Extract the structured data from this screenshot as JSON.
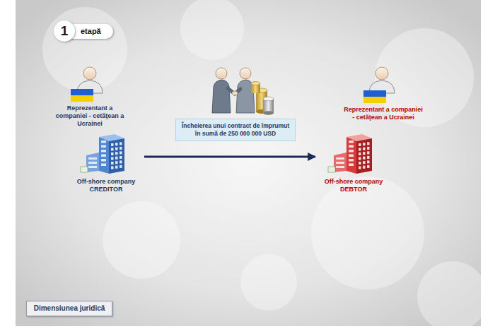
{
  "diagram": {
    "nodes": [
      {
        "text": [
          "1",
          "etapă"
        ]
      },
      {
        "text": [
          "Off-shore company CREDITOR"
        ]
      },
      {
        "text": [
          "Încheierea unui contract de împrumut în sumă de 250 000 000 USD"
        ]
      },
      {
        "text": [
          "Off-shore company DEBTOR"
        ]
      },
      {
        "text": [
          "Dimensiunea juridică"
        ]
      }
    ],
    "edges": [
      {
        "from": 1,
        "to": 3,
        "arrow": "to"
      }
    ],
    "labels": [
      "Reprezentant a companiei - cetăţean a Ucrainei",
      "Reprezentant a companiei - cetăţean a Ucrainei"
    ]
  }
}
